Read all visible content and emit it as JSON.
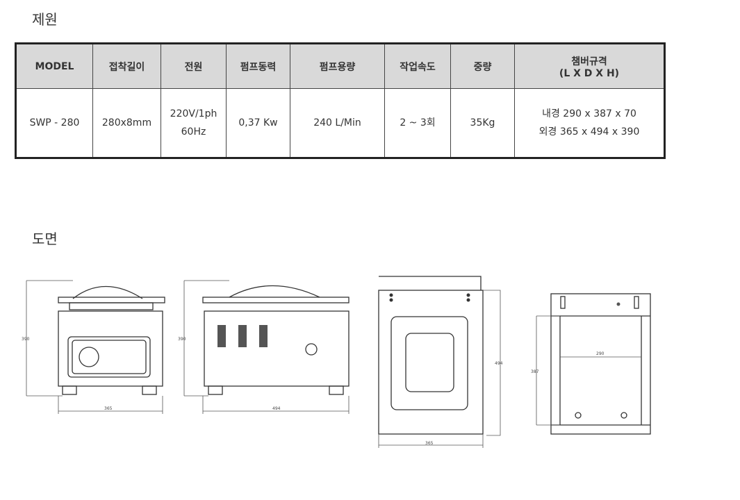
{
  "sections": {
    "spec_title": "제원",
    "drawing_title": "도면"
  },
  "table": {
    "headers": [
      "MODEL",
      "접착길이",
      "전원",
      "펌프동력",
      "펌프용량",
      "작업속도",
      "중량",
      "챔버규격",
      "(L X D X H)"
    ],
    "row": {
      "model": "SWP - 280",
      "seal_length": "280x8mm",
      "power_1": "220V/1ph",
      "power_2": "60Hz",
      "pump_power": "0,37 Kw",
      "pump_capacity": "240 L/Min",
      "speed": "2 ~ 3회",
      "weight": "35Kg",
      "chamber_inner": "내경 290 x 387 x 70",
      "chamber_outer": "외경 365 x 494 x 390"
    }
  },
  "dimensions": {
    "front_h": "390",
    "front_w": "365",
    "side_h": "390",
    "side_w": "494",
    "top_h": "494",
    "top_w": "365",
    "chamber_d": "387",
    "chamber_w": "290"
  }
}
